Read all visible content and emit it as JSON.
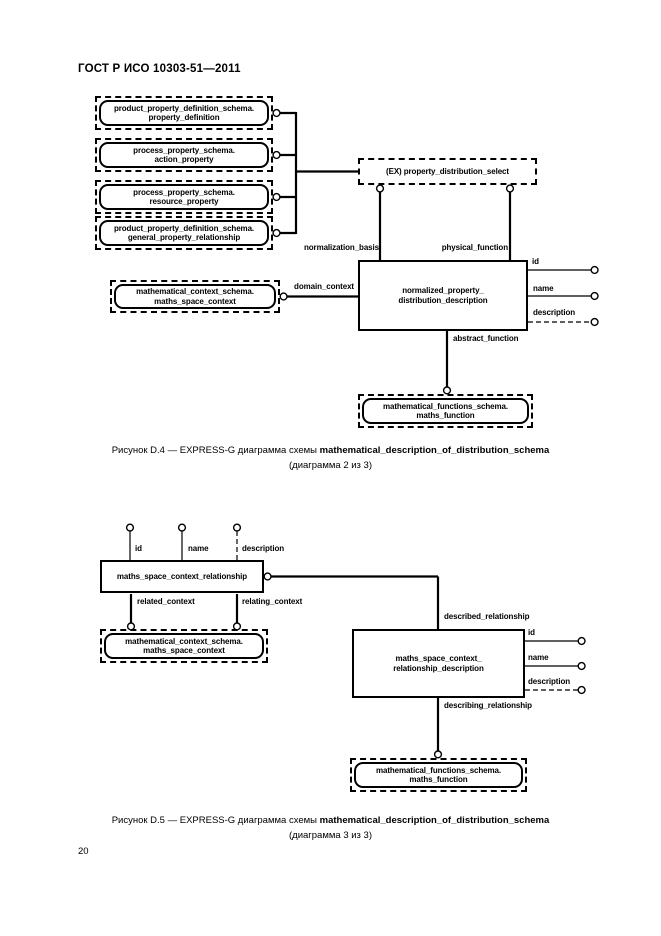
{
  "header": {
    "title": "ГОСТ Р ИСО 10303-51—2011"
  },
  "page_number": "20",
  "figure_d4": {
    "refs": {
      "property_definition": "product_property_definition_schema.\nproperty_definition",
      "action_property": "process_property_schema.\naction_property",
      "resource_property": "process_property_schema.\nresource_property",
      "general_property_relationship": "product_property_definition_schema.\ngeneral_property_relationship",
      "maths_space_context": "mathematical_context_schema.\nmaths_space_context",
      "maths_function": "mathematical_functions_schema.\nmaths_function"
    },
    "select_box": "(EX) property_distribution_select",
    "entity": "normalized_property_\ndistribution_description",
    "labels": {
      "normalization_basis": "normalization_basis",
      "physical_function": "physical_function",
      "domain_context": "domain_context",
      "abstract_function": "abstract_function",
      "id": "id",
      "name": "name",
      "description": "description"
    },
    "caption": {
      "prefix": "Рисунок D.4 — EXPRESS-G диаграмма схемы ",
      "schema_name": "mathematical_description_of_distribution_schema",
      "line2": "(диаграмма 2 из 3)"
    }
  },
  "figure_d5": {
    "entities": {
      "relationship": "maths_space_context_relationship",
      "relationship_description": "maths_space_context_\nrelationship_description"
    },
    "refs": {
      "maths_space_context": "mathematical_context_schema.\nmaths_space_context",
      "maths_function": "mathematical_functions_schema.\nmaths_function"
    },
    "labels": {
      "id": "id",
      "name": "name",
      "description": "description",
      "related_context": "related_context",
      "relating_context": "relating_context",
      "described_relationship": "described_relationship",
      "describing_relationship": "describing_relationship"
    },
    "caption": {
      "prefix": "Рисунок D.5 — EXPRESS-G диаграмма схемы ",
      "schema_name": "mathematical_description_of_distribution_schema",
      "line2": "(диаграмма 3 из 3)"
    }
  }
}
